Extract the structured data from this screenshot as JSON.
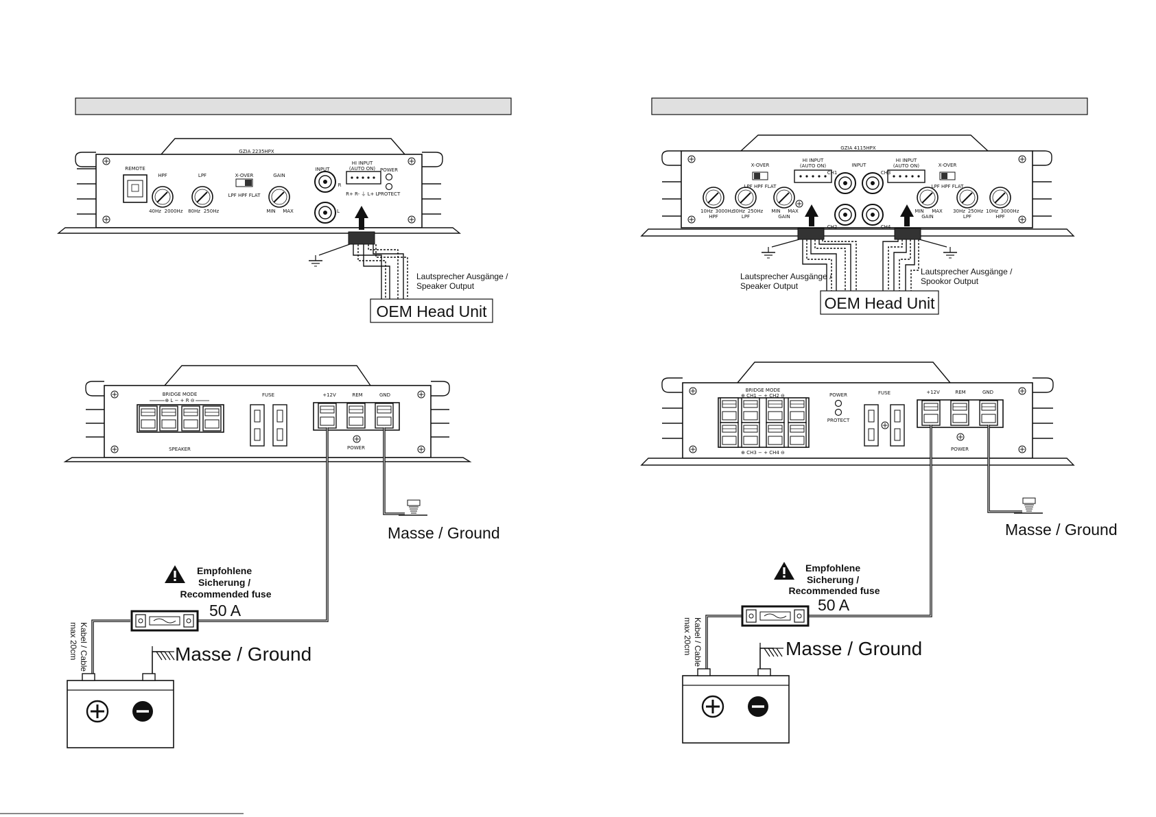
{
  "left": {
    "model": "GZIA 2235HPX",
    "panel": {
      "remote": "REMOTE",
      "hpf": "HPF",
      "hpf_min": "40Hz",
      "hpf_max": "2000Hz",
      "lpf": "LPF",
      "lpf_min": "80Hz",
      "lpf_max": "250Hz",
      "xover": "X-OVER",
      "xover_options": "LPF HPF FLAT",
      "gain": "GAIN",
      "gain_min": "MIN",
      "gain_max": "MAX",
      "input": "INPUT",
      "input_r": "R",
      "input_l": "L",
      "hi_input": "HI INPUT",
      "auto_on": "(AUTO ON)",
      "hi_pins": "R+ R- ⏚ L+ L-",
      "power": "POWER",
      "protect": "PROTECT"
    },
    "speaker_output": [
      "Lautsprecher Ausgänge /",
      "Speaker Output"
    ],
    "head_unit": "OEM Head Unit",
    "bottom": {
      "bridge_mode": "BRIDGE MODE",
      "speaker_signs": "⊕ L − + R ⊖",
      "speaker": "SPEAKER",
      "fuse": "FUSE",
      "plus12v": "+12V",
      "rem": "REM",
      "gnd": "GND",
      "power": "POWER"
    },
    "ground_top": "Masse / Ground",
    "fuse_note": [
      "Empfohlene",
      "Sicherung /",
      "Recommended fuse"
    ],
    "fuse_value": "50 A",
    "cable_note": [
      "Kabel / Cable",
      "max 20cm"
    ],
    "ground_battery": "Masse / Ground"
  },
  "right": {
    "model": "GZIA 4115HPX",
    "panel": {
      "xover": "X-OVER",
      "xover_options": "LPF HPF FLAT",
      "hi_input": "HI INPUT",
      "auto_on": "(AUTO ON)",
      "ch1": "CH1",
      "ch2": "CH2",
      "ch3": "CH3",
      "ch4": "CH4",
      "input": "INPUT",
      "hpf": "HPF",
      "hpf_min": "10Hz",
      "hpf_max": "3000Hz",
      "lpf": "LPF",
      "lpf_min": "30Hz",
      "lpf_max": "250Hz",
      "gain": "GAIN",
      "gain_min": "MIN",
      "gain_max": "MAX",
      "lpf2_min": "30Hz",
      "lpf2_max": "250Hz",
      "hpf2_min": "10Hz",
      "hpf2_max": "3000Hz"
    },
    "speaker_output_left": [
      "Lautsprecher Ausgänge /",
      "Speaker Output"
    ],
    "speaker_output_right": [
      "Lautsprecher Ausgänge /",
      "Spookor Output"
    ],
    "head_unit": "OEM Head Unit",
    "bottom": {
      "bridge_mode": "BRIDGE MODE",
      "top_signs": "⊕ CH1 − + CH2 ⊖",
      "bottom_signs": "⊕ CH3 − + CH4 ⊖",
      "power_led": "POWER",
      "protect_led": "PROTECT",
      "fuse": "FUSE",
      "plus12v": "+12V",
      "rem": "REM",
      "gnd": "GND",
      "power": "POWER"
    },
    "ground_top": "Masse / Ground",
    "fuse_note": [
      "Empfohlene",
      "Sicherung /",
      "Recommended fuse"
    ],
    "fuse_value": "50 A",
    "cable_note": [
      "Kabel / Cable",
      "max 20cm"
    ],
    "ground_battery": "Masse / Ground"
  }
}
